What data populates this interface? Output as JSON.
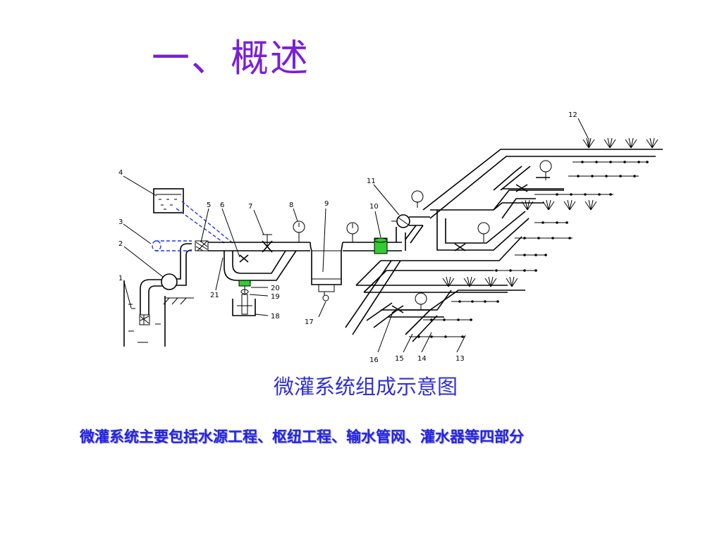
{
  "slide": {
    "title": "一、概述",
    "figure_caption": "微灌系统组成示意图",
    "summary": "微灌系统主要包括水源工程、枢纽工程、输水管网、灌水器等四部分"
  },
  "diagram_labels": {
    "l1": "1",
    "l2": "2",
    "l3": "3",
    "l4": "4",
    "l5": "5",
    "l6": "6",
    "l7": "7",
    "l8": "8",
    "l9": "9",
    "l10": "10",
    "l11": "11",
    "l12": "12",
    "l13": "13",
    "l14": "14",
    "l15": "15",
    "l16": "16",
    "l17": "17",
    "l18": "18",
    "l19": "19",
    "l20": "20",
    "l21": "21"
  },
  "colors": {
    "title": "#7a1fd8",
    "caption": "#2f2fd6",
    "summary": "#2323e6"
  }
}
